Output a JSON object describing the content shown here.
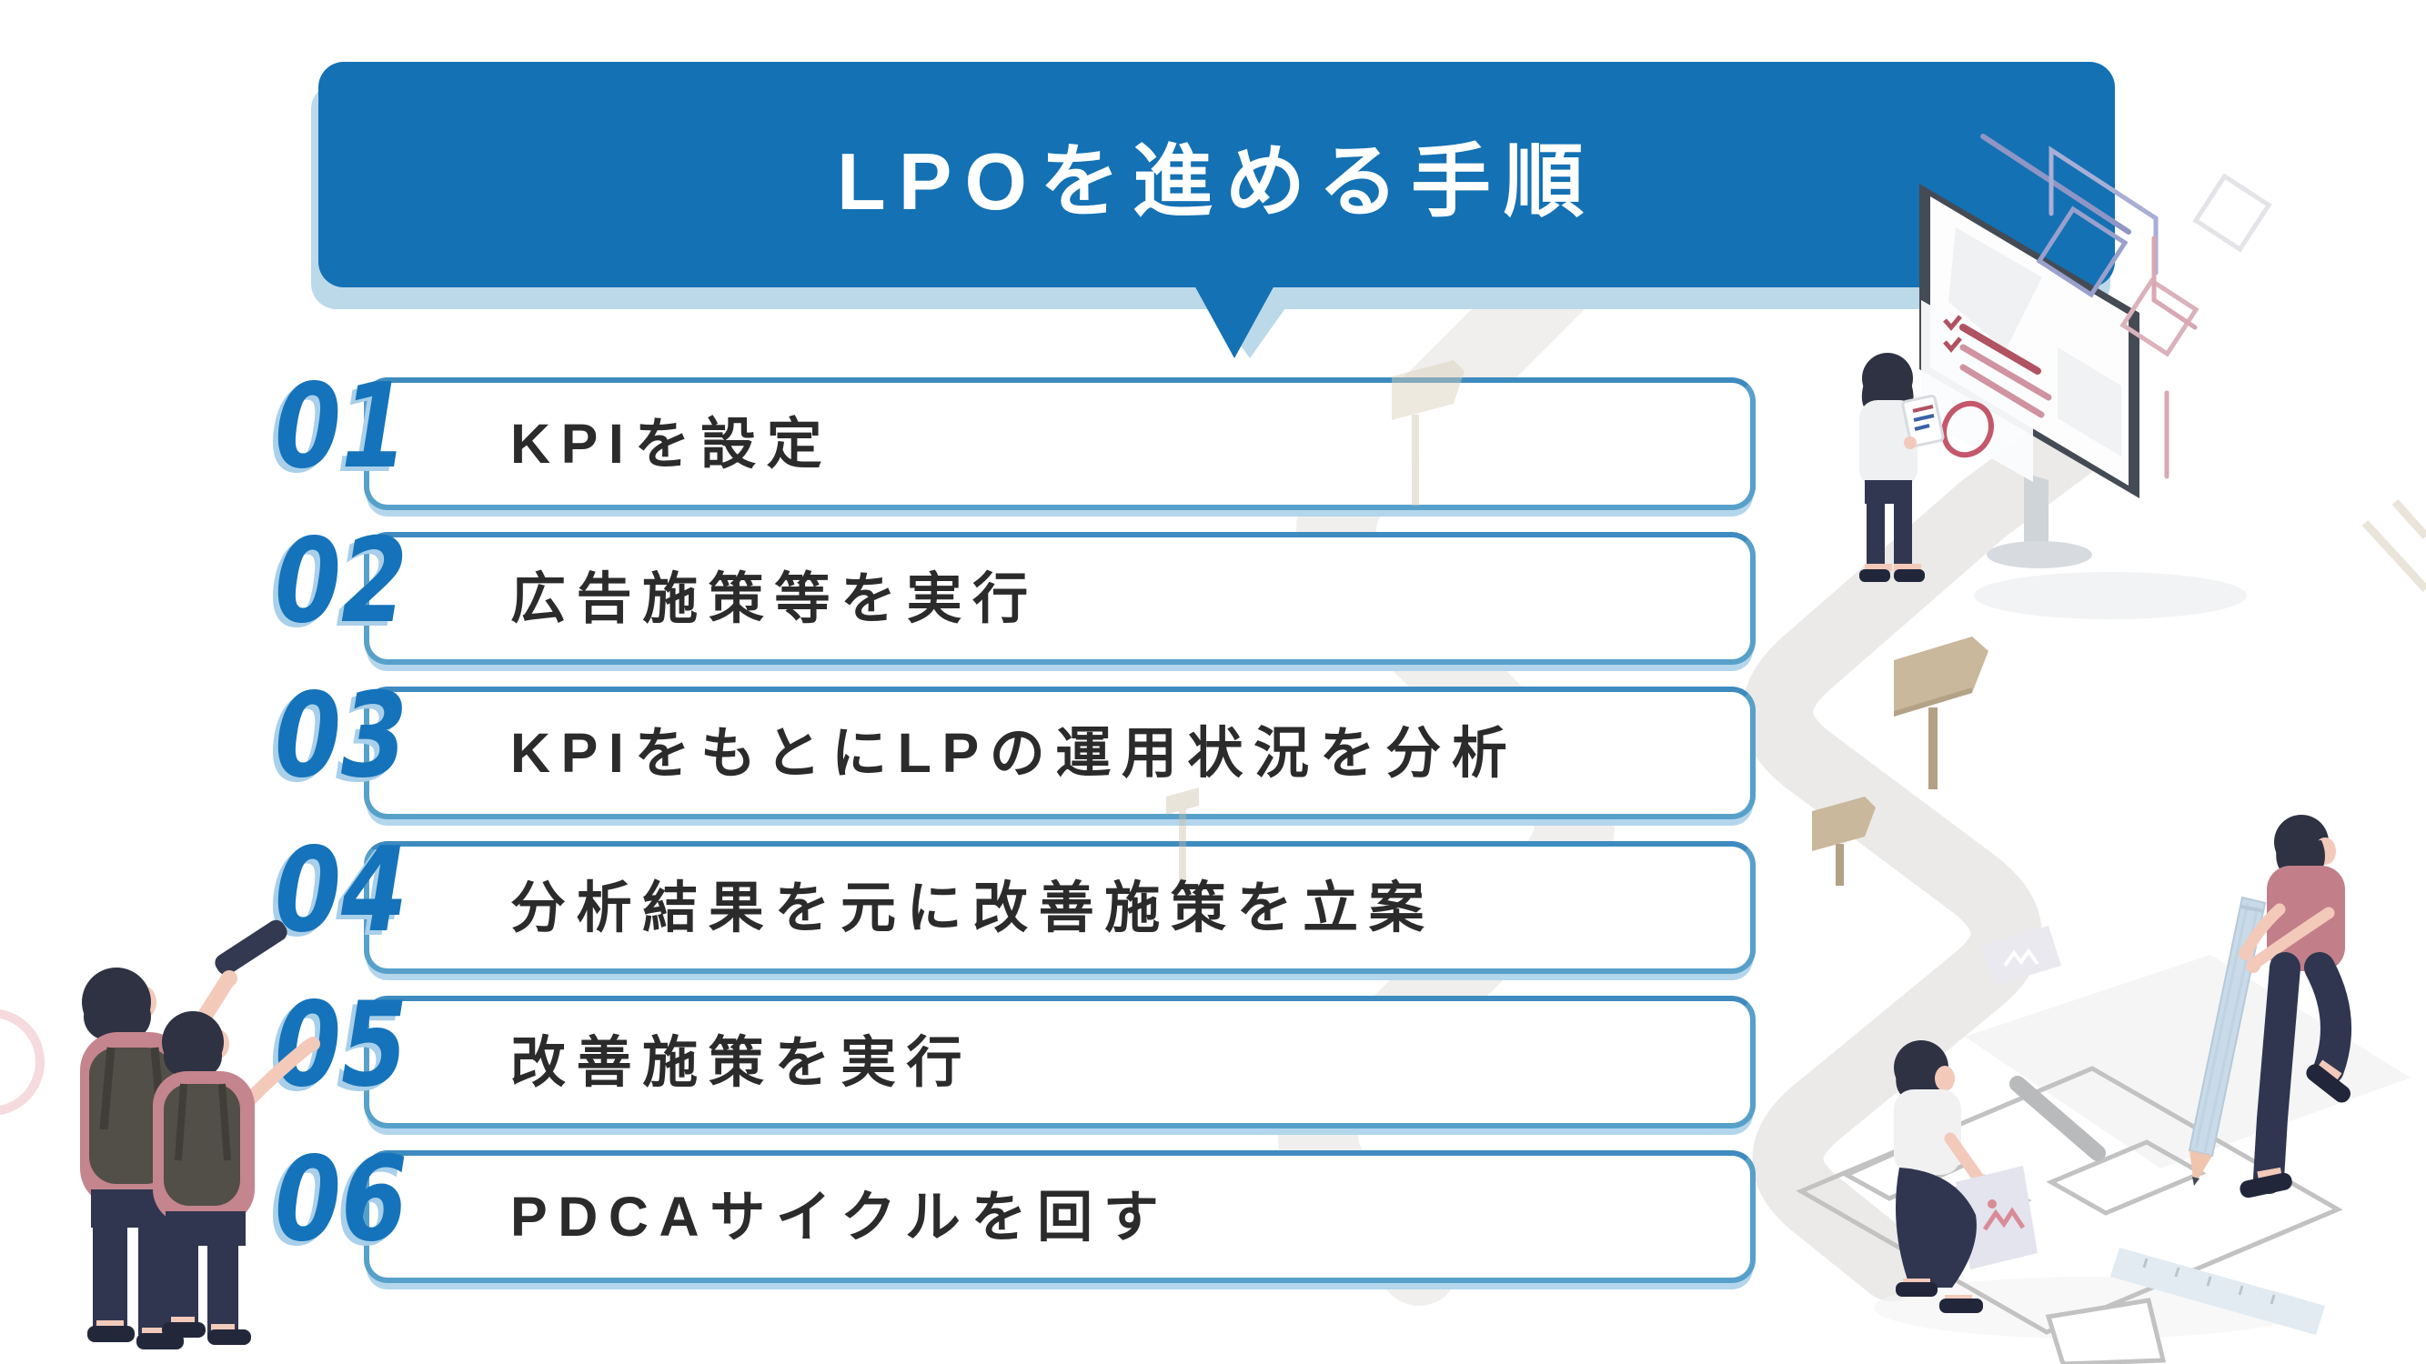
{
  "header": {
    "title": "LPOを進める手順"
  },
  "steps": [
    {
      "number": "01",
      "label": "KPIを設定"
    },
    {
      "number": "02",
      "label": "広告施策等を実行"
    },
    {
      "number": "03",
      "label": "KPIをもとにLPの運用状況を分析"
    },
    {
      "number": "04",
      "label": "分析結果を元に改善施策を立案"
    },
    {
      "number": "05",
      "label": "改善施策を実行"
    },
    {
      "number": "06",
      "label": "PDCAサイクルを回す"
    }
  ],
  "palette": {
    "header_bg": "#1371b4",
    "header_shadow": "#bcd9ea",
    "step_number": "#1473bb",
    "step_number_extrude": "#a9cfe9",
    "box_border": "#57a0ca",
    "step_text": "#2b2b2b",
    "road_gray": "#ebeae8",
    "road_gray_faded": "#f0efed",
    "sign_wood": "#c9b89c",
    "sign_post": "#b2a184",
    "shirt_pink": "#c5858e",
    "pants_navy": "#303650",
    "backpack_olive": "#514f47",
    "skin": "#f3c9ba",
    "hair_navy": "#2e3243",
    "shirt_white": "#eef0f1",
    "pencil_blue": "#c9dae8",
    "screen_pink": "#d093a1",
    "screen_red": "#b05262",
    "deco_purple": "#9aa0cc",
    "deco_pink": "#d8a8b4"
  },
  "icons": {
    "monitor-illustration": "isometric display showing checklist lines and circle chart",
    "monitor-person-illustration": "person holding tablet in front of monitor",
    "hikers-illustration": "two hikers seen from behind, one with monocular, one pointing",
    "winding-path-illustration": "light gray serpentine road",
    "signpost-illustration": "wooden direction signposts",
    "pencil-person-illustration": "person walking holding a giant pencil",
    "wireframe-person-illustration": "person crouching over a floor wireframe layout with ruler"
  }
}
